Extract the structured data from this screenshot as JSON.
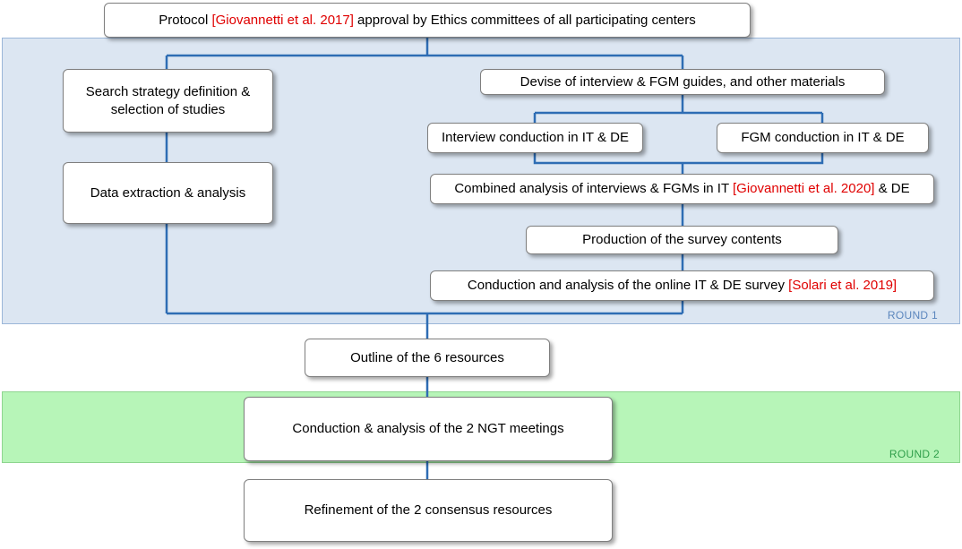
{
  "bands": {
    "round1_label": "ROUND 1",
    "round2_label": "ROUND 2"
  },
  "boxes": {
    "protocol": {
      "pre": "Protocol ",
      "ref": "[Giovannetti et al. 2017]",
      "post": " approval by Ethics committees of all participating centers"
    },
    "search": {
      "line1": "Search strategy definition &",
      "line2": "selection of studies"
    },
    "extraction": {
      "text": "Data extraction & analysis"
    },
    "devise": {
      "text": "Devise of  interview & FGM guides, and other materials"
    },
    "interview": {
      "text": "Interview conduction in IT & DE"
    },
    "fgm": {
      "text": "FGM conduction in IT & DE"
    },
    "combined": {
      "pre": "Combined analysis of interviews & FGMs in IT ",
      "ref": "[Giovannetti et al. 2020]",
      "post": " & DE"
    },
    "production": {
      "text": "Production of the survey contents"
    },
    "survey": {
      "pre": "Conduction and analysis of the online IT & DE survey ",
      "ref": "[Solari et al. 2019]"
    },
    "outline": {
      "text": "Outline of the 6 resources"
    },
    "ngt": {
      "text": "Conduction & analysis of the 2 NGT meetings"
    },
    "refinement": {
      "text": "Refinement of the 2 consensus resources"
    }
  },
  "colors": {
    "connector": "#2e6db4",
    "reference": "#e00000",
    "round1_band": "#dce6f2",
    "round2_band": "#b7f5b8"
  }
}
